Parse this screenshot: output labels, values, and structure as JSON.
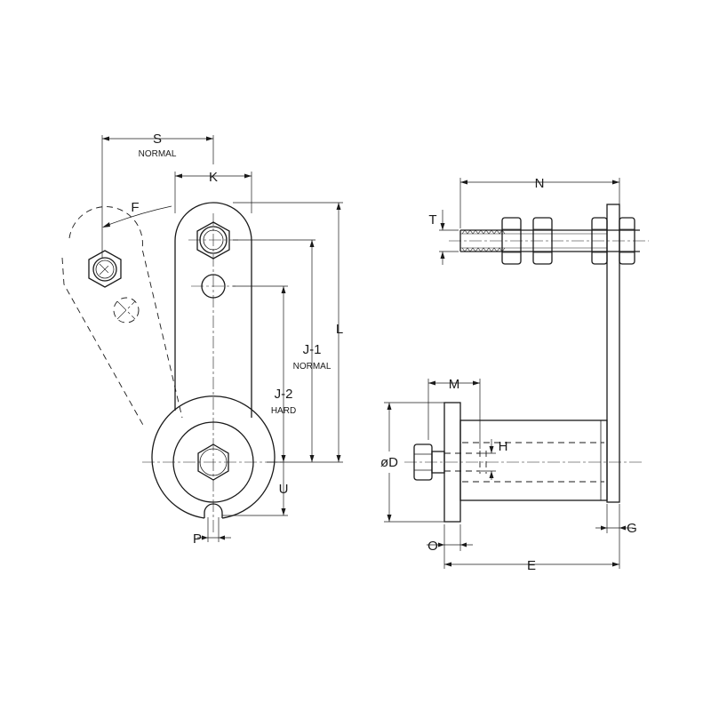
{
  "labels": {
    "S": "S",
    "S_sub": "NORMAL",
    "K": "K",
    "F": "F",
    "L": "L",
    "J1": "J-1",
    "J1_sub": "NORMAL",
    "J2": "J-2",
    "J2_sub": "HARD",
    "U": "U",
    "P": "P",
    "N": "N",
    "T": "T",
    "M": "M",
    "H": "H",
    "D": "øD",
    "O": "O",
    "E": "E",
    "G": "G"
  }
}
